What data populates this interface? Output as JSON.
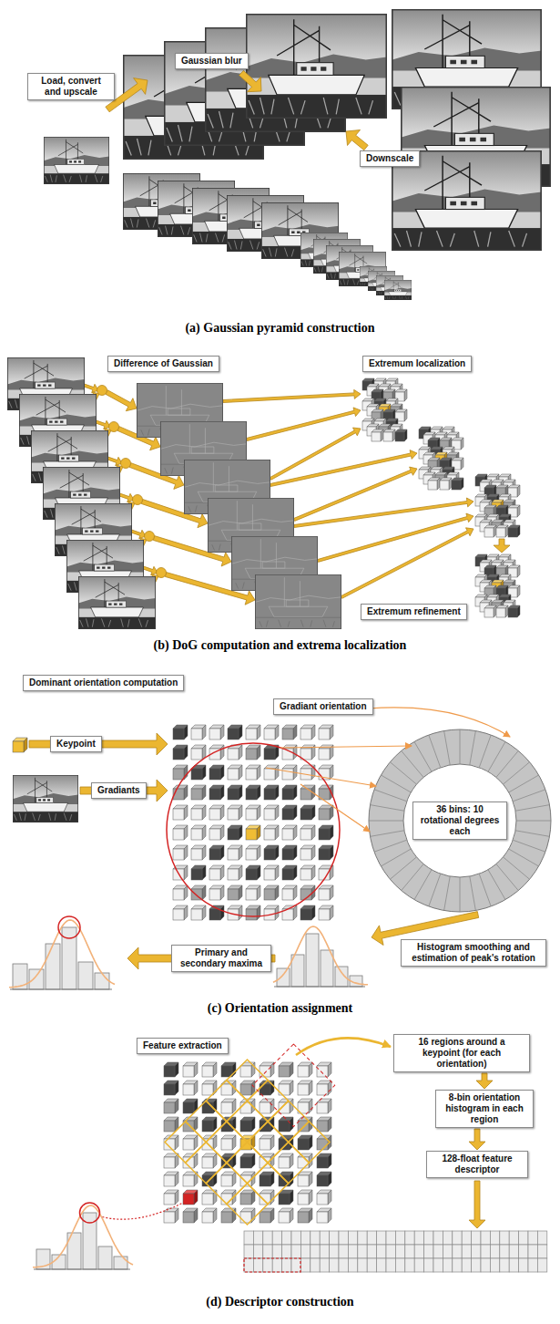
{
  "diagram": {
    "nodes": [
      {
        "text": [
          "Load, convert and upscale"
        ]
      },
      {
        "text": [
          "Gaussian blur"
        ]
      },
      {
        "text": [
          "Downscale"
        ]
      },
      {
        "text": [
          "Difference of Gaussian"
        ]
      },
      {
        "text": [
          "Extremum localization"
        ]
      },
      {
        "text": [
          "Extremum refinement"
        ]
      },
      {
        "text": [
          "Dominant orientation computation"
        ]
      },
      {
        "text": [
          "Keypoint"
        ]
      },
      {
        "text": [
          "Gradiant orientation"
        ]
      },
      {
        "text": [
          "Gradiants"
        ]
      },
      {
        "text": [
          "36 bins: 10 rotational degrees each"
        ]
      },
      {
        "text": [
          "Histogram smoothing and estimation of peak's rotation"
        ]
      },
      {
        "text": [
          "Primary and secondary maxima"
        ]
      },
      {
        "text": [
          "Feature extraction"
        ]
      },
      {
        "text": [
          "16 regions around a keypoint (for each orientation)"
        ]
      },
      {
        "text": [
          "8-bin orientation histogram in each region"
        ]
      },
      {
        "text": [
          "128-float feature descriptor"
        ]
      }
    ],
    "edges": [
      {
        "from": 14,
        "to": 15,
        "arrow": "to"
      },
      {
        "from": 15,
        "to": 16,
        "arrow": "to"
      }
    ],
    "labels": [
      "(a) Gaussian pyramid construction",
      "(b) DoG computation and extrema localization",
      "(c) Orientation assignment",
      "(d) Descriptor construction"
    ]
  }
}
